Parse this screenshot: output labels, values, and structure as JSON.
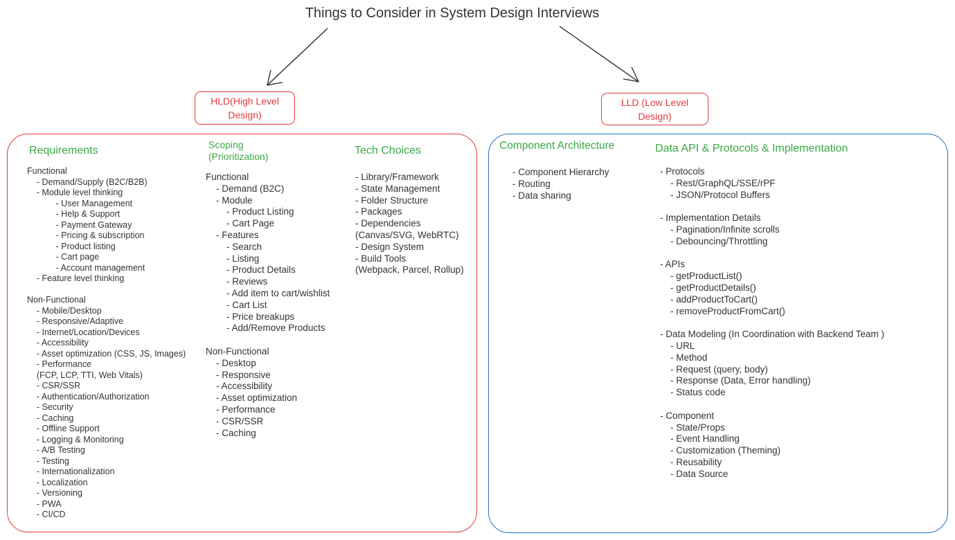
{
  "title": "Things to Consider in System Design Interviews",
  "hld": {
    "label": "HLD(High Level Design)",
    "sections": {
      "requirements": {
        "heading": "Requirements",
        "lines": [
          "Functional",
          "    - Demand/Supply (B2C/B2B)",
          "    - Module level thinking",
          "            - User Management",
          "            - Help & Support",
          "            - Payment Gateway",
          "            - Pricing & subscription",
          "            - Product listing",
          "            - Cart page",
          "            - Account management",
          "    - Feature level thinking",
          "",
          "Non-Functional",
          "    - Mobile/Desktop",
          "    - Responsive/Adaptive",
          "    - Internet/Location/Devices",
          "    - Accessibility",
          "    - Asset optimization (CSS, JS, Images)",
          "    - Performance",
          "    (FCP, LCP, TTI, Web Vitals)",
          "    - CSR/SSR",
          "    - Authentication/Authorization",
          "    - Security",
          "    - Caching",
          "    - Offline Support",
          "    - Logging & Monitoring",
          "    - A/B Testing",
          "    - Testing",
          "    - Internationalization",
          "    - Localization",
          "    - Versioning",
          "    - PWA",
          "    - CI/CD"
        ]
      },
      "scoping": {
        "heading_line1": "Scoping",
        "heading_line2": "(Prioritization)",
        "lines": [
          "Functional",
          "    - Demand (B2C)",
          "    - Module",
          "        - Product Listing",
          "        - Cart Page",
          "    - Features",
          "        - Search",
          "        - Listing",
          "        - Product Details",
          "        - Reviews",
          "        - Add item to cart/wishlist",
          "        - Cart List",
          "        - Price breakups",
          "        - Add/Remove Products",
          "",
          "Non-Functional",
          "    - Desktop",
          "    - Responsive",
          "    - Accessibility",
          "    - Asset optimization",
          "    - Performance",
          "    - CSR/SSR",
          "    - Caching"
        ]
      },
      "tech_choices": {
        "heading": "Tech Choices",
        "lines": [
          "- Library/Framework",
          "- State Management",
          "- Folder Structure",
          "- Packages",
          "- Dependencies",
          "(Canvas/SVG, WebRTC)",
          "- Design System",
          "- Build Tools",
          "(Webpack, Parcel, Rollup)"
        ]
      }
    }
  },
  "lld": {
    "label": "LLD (Low Level Design)",
    "sections": {
      "component_architecture": {
        "heading": "Component Architecture",
        "lines": [
          "- Component Hierarchy",
          "- Routing",
          "- Data sharing"
        ]
      },
      "data_api": {
        "heading": "Data API & Protocols & Implementation",
        "lines": [
          "- Protocols",
          "    - Rest/GraphQL/SSE/rPF",
          "    - JSON/Protocol Buffers",
          "",
          "- Implementation Details",
          "    - Pagination/Infinite scrolls",
          "    - Debouncing/Throttling",
          "",
          "- APIs",
          "    - getProductList()",
          "    - getProductDetails()",
          "    - addProductToCart()",
          "    - removeProductFromCart()",
          "",
          "- Data Modeling (In Coordination with Backend Team )",
          "    - URL",
          "    - Method",
          "    - Request (query, body)",
          "    - Response (Data, Error handling)",
          "    - Status code",
          "",
          "- Component",
          "    - State/Props",
          "    - Event Handling",
          "    - Customization (Theming)",
          "    - Reusability",
          "    - Data Source"
        ]
      }
    }
  },
  "colors": {
    "hld_border": "#e5393c",
    "lld_border": "#1f6fbf",
    "heading": "#3aa845",
    "text": "#333333"
  }
}
